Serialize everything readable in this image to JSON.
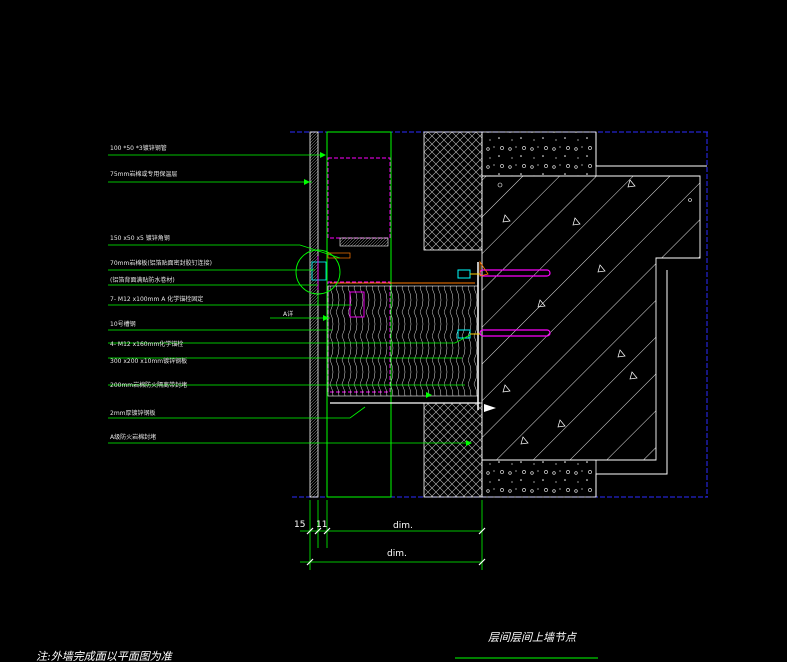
{
  "drawing": {
    "title": "层间层间上墙节点",
    "note": "注:外墙完成面以平面图为准",
    "colors": {
      "background": "#000000",
      "leader": "#00ff00",
      "outline": "#ffffff",
      "magenta": "#ff00ff",
      "border": "#1c1cff",
      "bolt": "#00ffff",
      "hatch": "#ffffff"
    },
    "dimensions": {
      "left_value": "15",
      "small_mark": "11",
      "dim_upper": "dim.",
      "dim_lower": "dim."
    },
    "labels": [
      "100 *50 *3镀锌钢管",
      "75mm岩棉或专用保温层",
      "150 x50 x5 镀锌角钢",
      "70mm岩棉板(铝箔贴面密封胶钉连接)",
      "(铝箔背面满贴防水卷材)",
      "7- M12 x100mm A 化学锚栓固定",
      "10号槽钢",
      "4- M12 x160mm化学锚栓",
      "300 x200 x10mm镀锌钢板",
      "200mm岩棉防火隔离带封堵",
      "2mm厚镀锌钢板",
      "A级防火岩棉封堵"
    ],
    "callout": "A详"
  }
}
